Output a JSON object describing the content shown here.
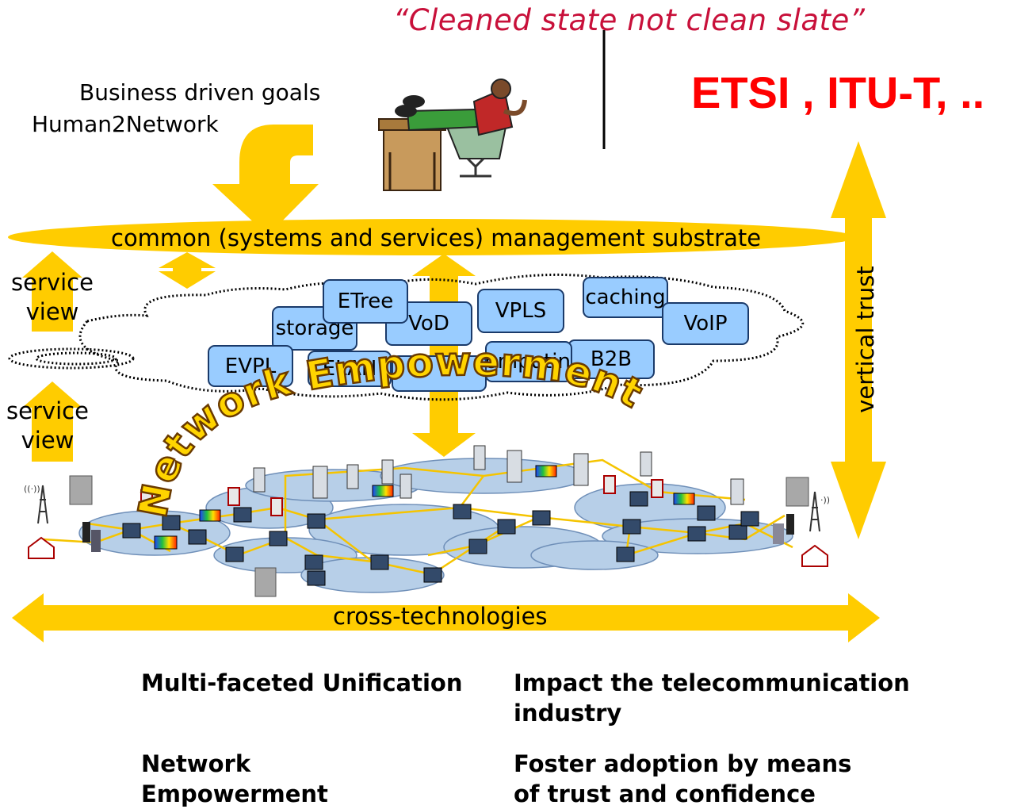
{
  "quote": "“Cleaned state not clean slate”",
  "standards": "ETSI ,  ITU-T, ..",
  "goals": {
    "line1": "Business driven goals",
    "line2": "Human2Network"
  },
  "substrate": "common (systems and services) management substrate",
  "service_view_top": "service view",
  "service_view_bottom": "service view",
  "vertical_trust": "vertical trust",
  "cross_technologies": "cross-technologies",
  "network_empowerment": "Network Empowerment",
  "services": [
    "ETree",
    "caching",
    "storage",
    "VoD",
    "VPLS",
    "VoIP",
    "EVPL",
    "ELAN",
    "computing",
    "B2B"
  ],
  "bottom": {
    "left1": "Multi-faceted Unification",
    "left2": "Network Empowerment",
    "right1": "Impact the telecommunication industry",
    "right2": "Foster adoption by means of trust and confidence"
  },
  "colors": {
    "arrow": "#ffcc00",
    "quote": "#c8103a",
    "standards": "#ff0000",
    "service_box": "#99ccff",
    "cloud": "#b7cfe8",
    "link": "#f5c400"
  }
}
